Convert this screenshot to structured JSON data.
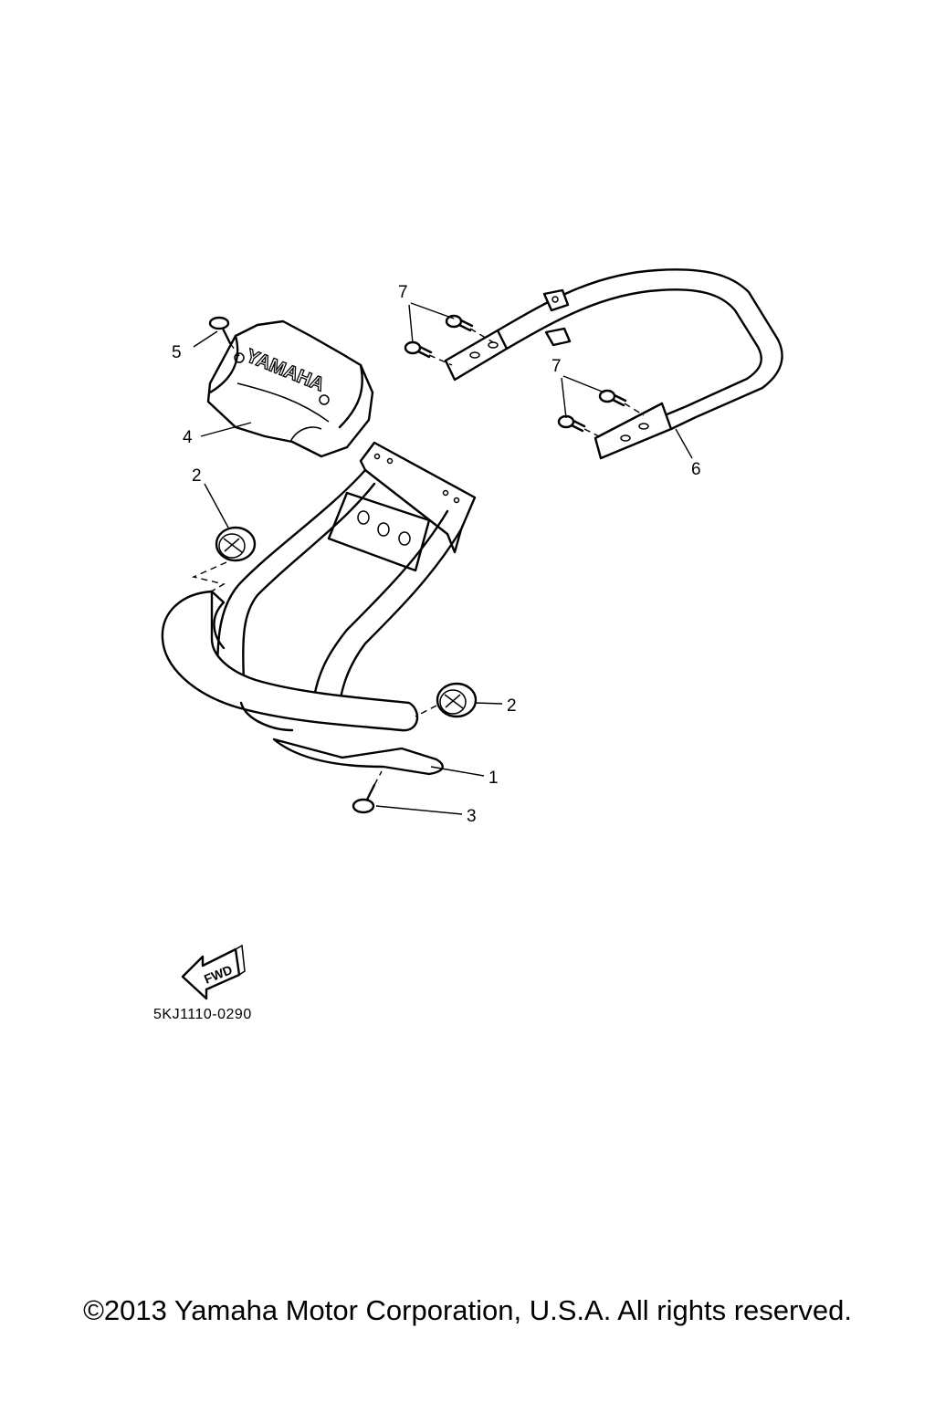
{
  "diagram": {
    "code": "5KJ1110-0290",
    "copyright": "©2013 Yamaha Motor Corporation, U.S.A. All rights reserved.",
    "fwd_label": "FWD",
    "brand_mark": "YAMAHA",
    "callouts": [
      "1",
      "2",
      "2",
      "3",
      "4",
      "5",
      "6",
      "7",
      "7"
    ]
  }
}
